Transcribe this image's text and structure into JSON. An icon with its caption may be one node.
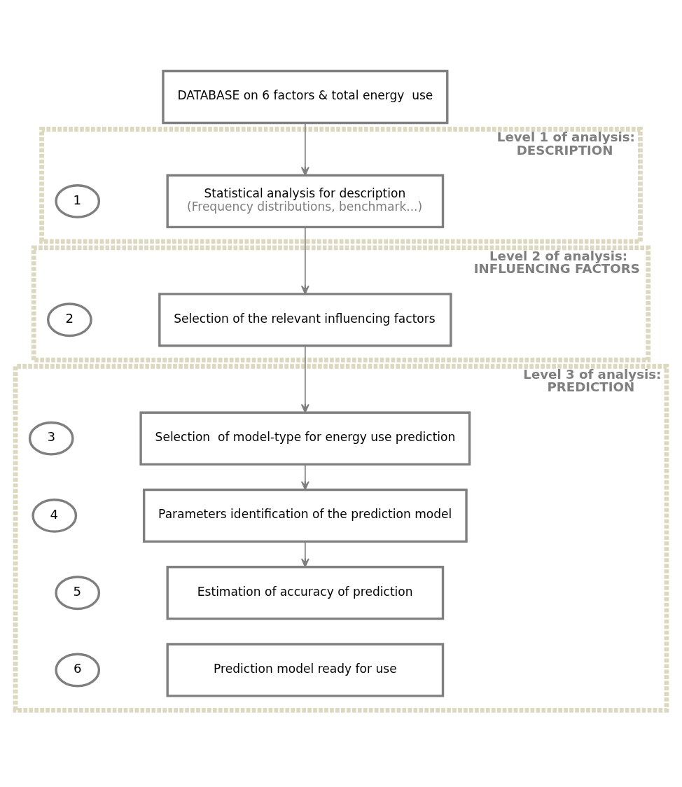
{
  "diagram": {
    "nodes": [
      {
        "text": [
          "DATABASE on 6 factors & total energy  use"
        ]
      },
      {
        "text": [
          "Level 1 of analysis: DESCRIPTION"
        ]
      },
      {
        "text": [
          "1"
        ],
        "in": 1
      },
      {
        "text": [
          "Statistical analysis for description",
          "(Frequency distributions, benchmark...)"
        ],
        "in": 1
      },
      {
        "text": [
          "Level 2 of analysis: INFLUENCING FACTORS"
        ]
      },
      {
        "text": [
          "2"
        ],
        "in": 4
      },
      {
        "text": [
          "Selection of the relevant influencing factors"
        ],
        "in": 4
      },
      {
        "text": [
          "Level 3 of analysis: PREDICTION"
        ]
      },
      {
        "text": [
          "3"
        ],
        "in": 7
      },
      {
        "text": [
          "Selection  of model-type for energy use prediction"
        ],
        "in": 7
      },
      {
        "text": [
          "4"
        ],
        "in": 7
      },
      {
        "text": [
          "Parameters identification of the prediction model"
        ],
        "in": 7
      },
      {
        "text": [
          "5"
        ],
        "in": 7
      },
      {
        "text": [
          "Estimation of accuracy of prediction"
        ],
        "in": 7
      },
      {
        "text": [
          "6"
        ],
        "in": 7
      },
      {
        "text": [
          "Prediction model ready for use"
        ],
        "in": 7
      }
    ],
    "edges": [
      {
        "from": 0,
        "to": 3,
        "arrow": "to"
      },
      {
        "from": 3,
        "to": 6,
        "arrow": "to"
      },
      {
        "from": 6,
        "to": 9,
        "arrow": "to"
      },
      {
        "from": 9,
        "to": 11,
        "arrow": "to"
      },
      {
        "from": 11,
        "to": 13,
        "arrow": "to"
      }
    ]
  }
}
